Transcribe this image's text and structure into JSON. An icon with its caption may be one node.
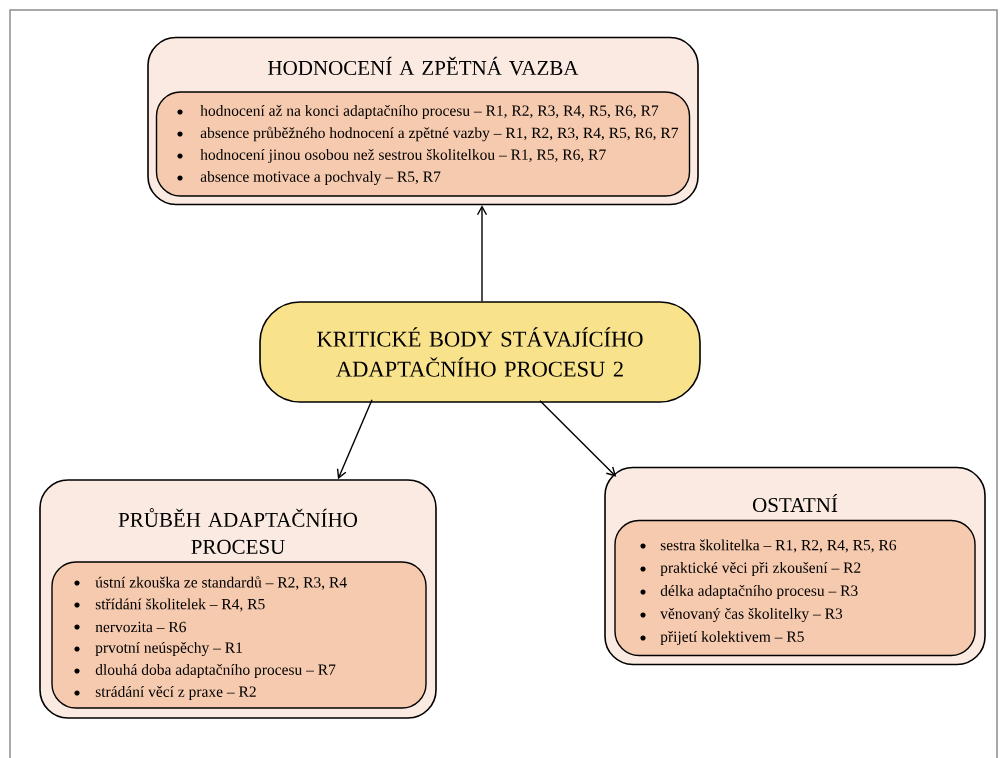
{
  "diagram": {
    "nodes": [
      {
        "text": [
          "HODNOCENÍ A ZPĚTNÁ VAZBA"
        ]
      },
      {
        "text": [
          "hodnocení až na konci adaptačního procesu – R1, R2, R3, R4, R5, R6, R7",
          "absence průběžného hodnocení a zpětné vazby – R1, R2, R3, R4, R5, R6, R7",
          "hodnocení jinou osobou než sestrou školitelkou – R1, R5, R6, R7",
          "absence motivace a pochvaly – R5, R7"
        ],
        "in": 0
      },
      {
        "text": [
          "KRITICKÉ BODY STÁVAJÍCÍHO ADAPTAČNÍHO PROCESU 2"
        ]
      },
      {
        "text": [
          "PRŮBĚH ADAPTAČNÍHO PROCESU"
        ]
      },
      {
        "text": [
          "ústní zkouška ze standardů – R2, R3, R4",
          "střídání školitelek – R4, R5",
          "nervozita – R6",
          "prvotní neúspěchy – R1",
          "dlouhá doba adaptačního procesu – R7",
          "strádání věcí z praxe – R2"
        ],
        "in": 3
      },
      {
        "text": [
          "OSTATNÍ"
        ]
      },
      {
        "text": [
          "sestra školitelka – R1, R2, R4, R5, R6",
          "praktické věci při zkoušení – R2",
          "délka adaptačního procesu – R3",
          "věnovaný čas školitelky – R3",
          "přijetí kolektivem – R5"
        ],
        "in": 5
      }
    ],
    "edges": [
      {
        "from": 2,
        "to": 0,
        "arrow": "to"
      },
      {
        "from": 2,
        "to": 3,
        "arrow": "to"
      },
      {
        "from": 2,
        "to": 5,
        "arrow": "to"
      }
    ]
  }
}
